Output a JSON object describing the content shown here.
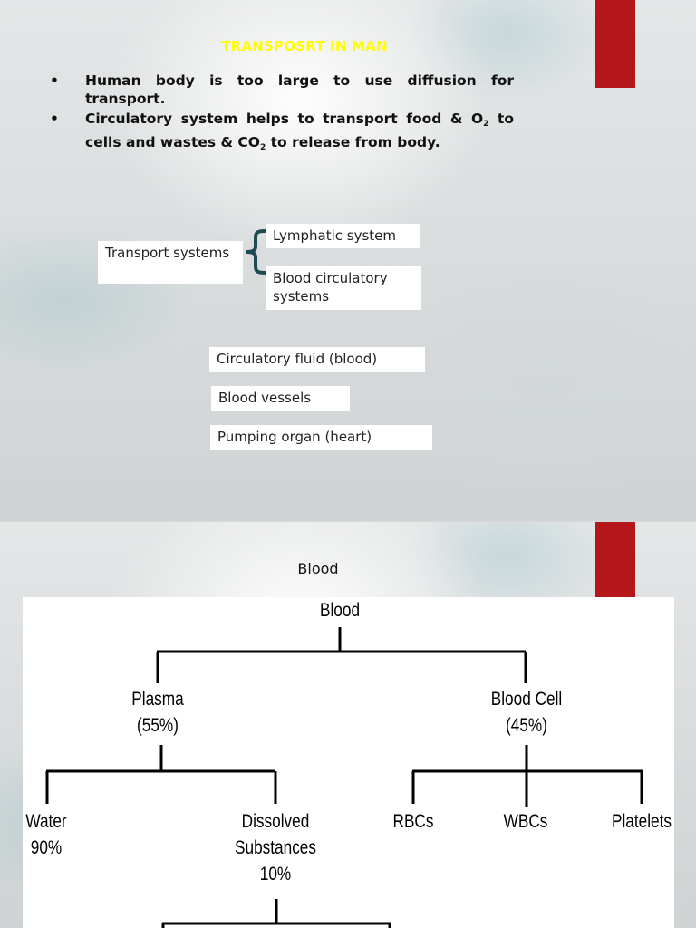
{
  "slide1": {
    "title": "TRANSPOSRT IN MAN",
    "bullets": [
      {
        "marker": "•",
        "text_parts": [
          "Human body is too large to use diffusion for transport."
        ]
      },
      {
        "marker": "•",
        "text_parts": [
          "Circulatory system helps to transport food & O",
          "2",
          " to cells and wastes & CO",
          "2",
          " to release from body."
        ]
      }
    ],
    "transport_box": "Transport systems",
    "brace_items": [
      "Lymphatic system",
      "Blood circulatory systems"
    ],
    "components": [
      "Circulatory fluid (blood)",
      "Blood vessels",
      "Pumping organ (heart)"
    ],
    "colors": {
      "title": "#ffff00",
      "accent_bar": "#b5161a",
      "brace": "#1f4a52"
    }
  },
  "slide2": {
    "title": "Blood",
    "tree": {
      "root": "Blood",
      "plasma": [
        "Plasma",
        "(55%)"
      ],
      "blood_cell": [
        "Blood Cell",
        "(45%)"
      ],
      "water": [
        "Water",
        "90%"
      ],
      "dissolved": [
        "Dissolved",
        "Substances",
        "10%"
      ],
      "rbcs": "RBCs",
      "wbcs": "WBCs",
      "platelets": "Platelets"
    }
  }
}
